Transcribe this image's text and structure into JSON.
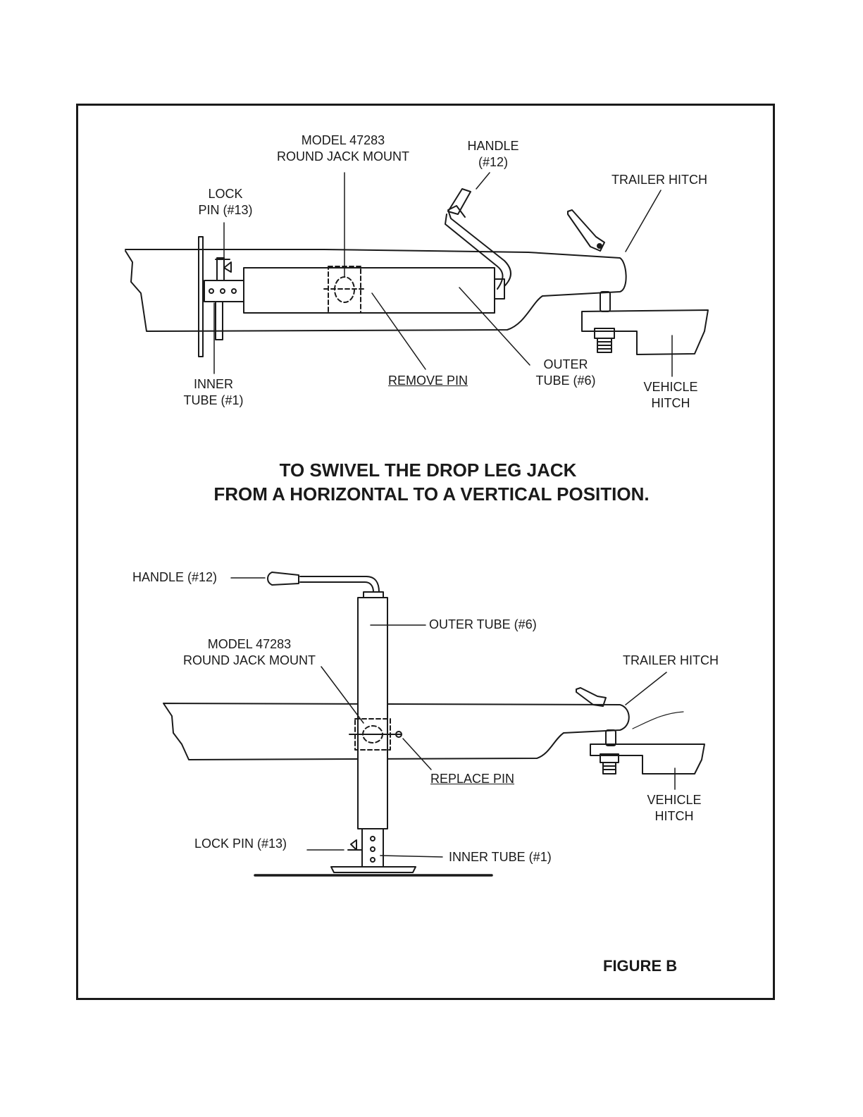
{
  "top_view": {
    "model_line1": "MODEL 47283",
    "model_line2": "ROUND JACK MOUNT",
    "handle_line1": "HANDLE",
    "handle_line2": "(#12)",
    "trailer_hitch": "TRAILER HITCH",
    "lock_line1": "LOCK",
    "lock_line2": "PIN (#13)",
    "inner_line1": "INNER",
    "inner_line2": "TUBE (#1)",
    "remove_pin": "REMOVE PIN",
    "outer_line1": "OUTER",
    "outer_line2": "TUBE (#6)",
    "vehicle_line1": "VEHICLE",
    "vehicle_line2": "HITCH"
  },
  "title": {
    "line1": "TO SWIVEL THE DROP LEG JACK",
    "line2": "FROM A HORIZONTAL TO A VERTICAL POSITION."
  },
  "bottom_view": {
    "handle": "HANDLE (#12)",
    "outer_tube": "OUTER TUBE (#6)",
    "model_line1": "MODEL 47283",
    "model_line2": "ROUND JACK MOUNT",
    "trailer_hitch": "TRAILER HITCH",
    "replace_pin": "REPLACE PIN",
    "vehicle_line1": "VEHICLE",
    "vehicle_line2": "HITCH",
    "lock_pin": "LOCK PIN (#13)",
    "inner_tube": "INNER TUBE (#1)"
  },
  "figure_label": "FIGURE B"
}
